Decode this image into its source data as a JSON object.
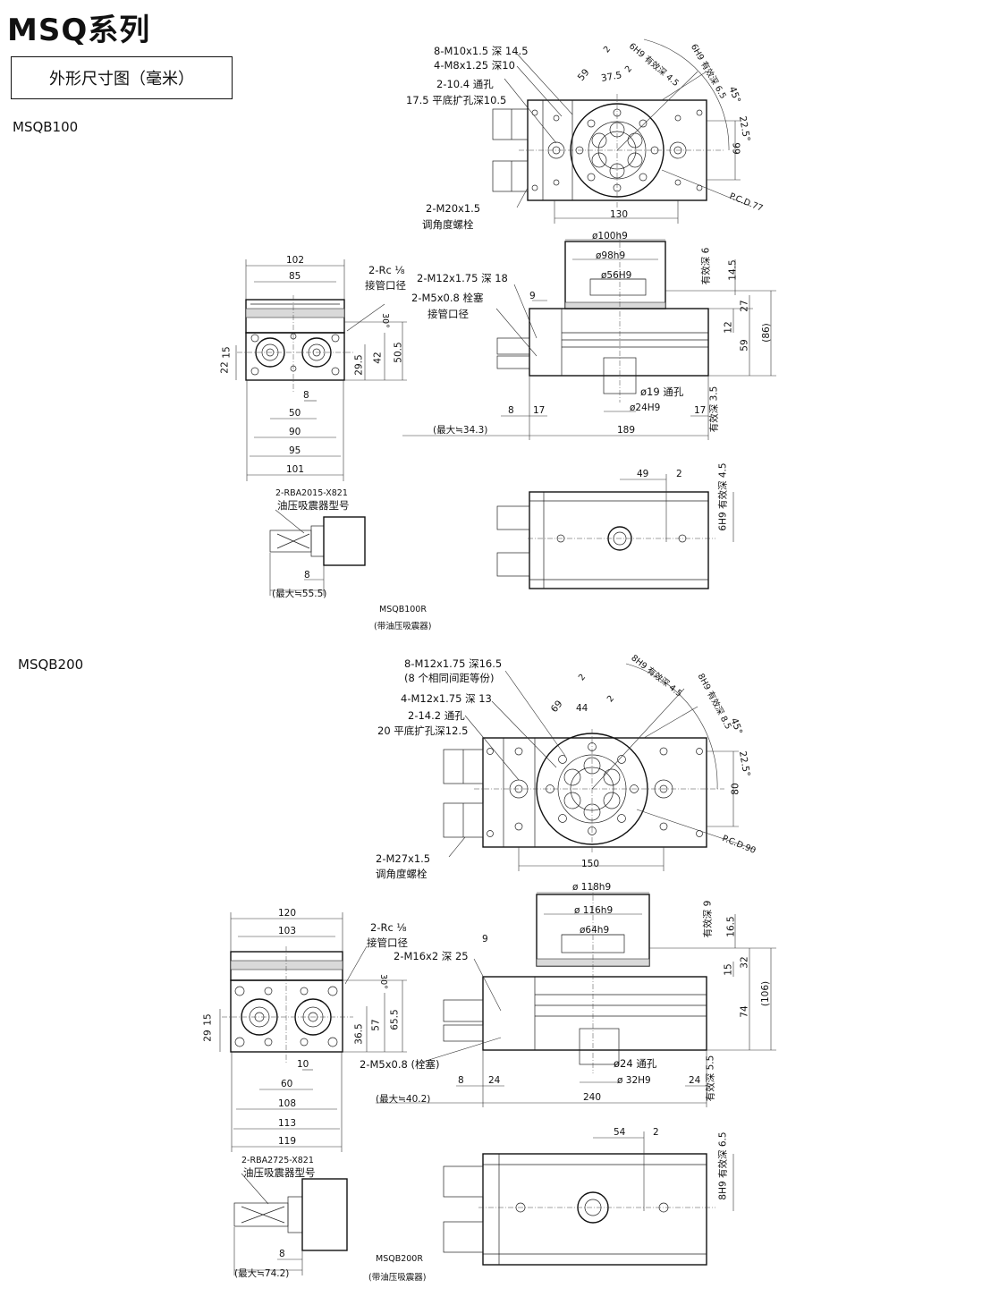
{
  "header": {
    "title": "MSQ系列",
    "subtitle": "外形尺寸图（毫米）"
  },
  "models": [
    {
      "name": "MSQB100",
      "top_view": {
        "callouts": [
          "8-M10x1.5 深 14.5",
          "4-M8x1.25 深10",
          "2-10.4 通孔",
          "17.5 平底扩孔深10.5",
          "2-M20x1.5",
          "调角度螺栓"
        ],
        "dims": [
          "59",
          "37.5",
          "2",
          "2",
          "6H9 有效深 4.5",
          "6H9 有效深 6.5",
          "45°",
          "22.5°",
          "66",
          "P.C.D.77",
          "130"
        ]
      },
      "end_view": {
        "dims": [
          "102",
          "85",
          "30°",
          "15",
          "22",
          "29.5",
          "42",
          "50.5",
          "8",
          "50",
          "90",
          "95",
          "101"
        ],
        "callouts": [
          "2-Rc ⅛",
          "接管口径"
        ]
      },
      "side_view": {
        "callouts": [
          "2-M12x1.75 深 18",
          "2-M5x0.8 栓塞",
          "接管口径",
          "ø19 通孔"
        ],
        "dims": [
          "ø100h9",
          "ø98h9",
          "ø56H9",
          "有效深 6",
          "14.5",
          "27",
          "12",
          "59",
          "(86)",
          "9",
          "8",
          "17",
          "ø24H9",
          "17",
          "有效深 3.5",
          "(最大≒34.3)",
          "189"
        ]
      },
      "bottom_view": {
        "dims": [
          "49",
          "2",
          "6H9 有效深 4.5"
        ]
      },
      "absorber": {
        "callouts": [
          "2-RBA2015-X821",
          "油压吸震器型号"
        ],
        "dims": [
          "8",
          "(最大≒55.5)"
        ],
        "model": "MSQB100R",
        "note": "(带油压吸震器)"
      }
    },
    {
      "name": "MSQB200",
      "top_view": {
        "callouts": [
          "8-M12x1.75 深16.5",
          "(8 个相同间距等份)",
          "4-M12x1.75 深 13",
          "2-14.2 通孔",
          "20 平底扩孔深12.5",
          "2-M27x1.5",
          "调角度螺栓"
        ],
        "dims": [
          "69",
          "44",
          "2",
          "2",
          "8H9 有效深 4.5",
          "8H9 有效深 8.5",
          "45°",
          "22.5°",
          "80",
          "P.C.D.90",
          "150"
        ]
      },
      "end_view": {
        "dims": [
          "120",
          "103",
          "30°",
          "15",
          "29",
          "36.5",
          "57",
          "65.5",
          "10",
          "60",
          "108",
          "113",
          "119"
        ],
        "callouts": [
          "2-Rc ⅛",
          "接管口径"
        ]
      },
      "side_view": {
        "callouts": [
          "2-M16x2 深 25",
          "2-M5x0.8 (栓塞)",
          "ø24 通孔"
        ],
        "dims": [
          "ø 118h9",
          "ø 116h9",
          "ø64h9",
          "有效深 9",
          "16.5",
          "32",
          "15",
          "74",
          "(106)",
          "9",
          "8",
          "24",
          "ø 32H9",
          "24",
          "有效深 5.5",
          "(最大≒40.2)",
          "240"
        ]
      },
      "bottom_view": {
        "dims": [
          "54",
          "2",
          "8H9 有效深 6.5"
        ]
      },
      "absorber": {
        "callouts": [
          "2-RBA2725-X821",
          "油压吸震器型号"
        ],
        "dims": [
          "8",
          "(最大≒74.2)"
        ],
        "model": "MSQB200R",
        "note": "(带油压吸震器)"
      }
    }
  ]
}
